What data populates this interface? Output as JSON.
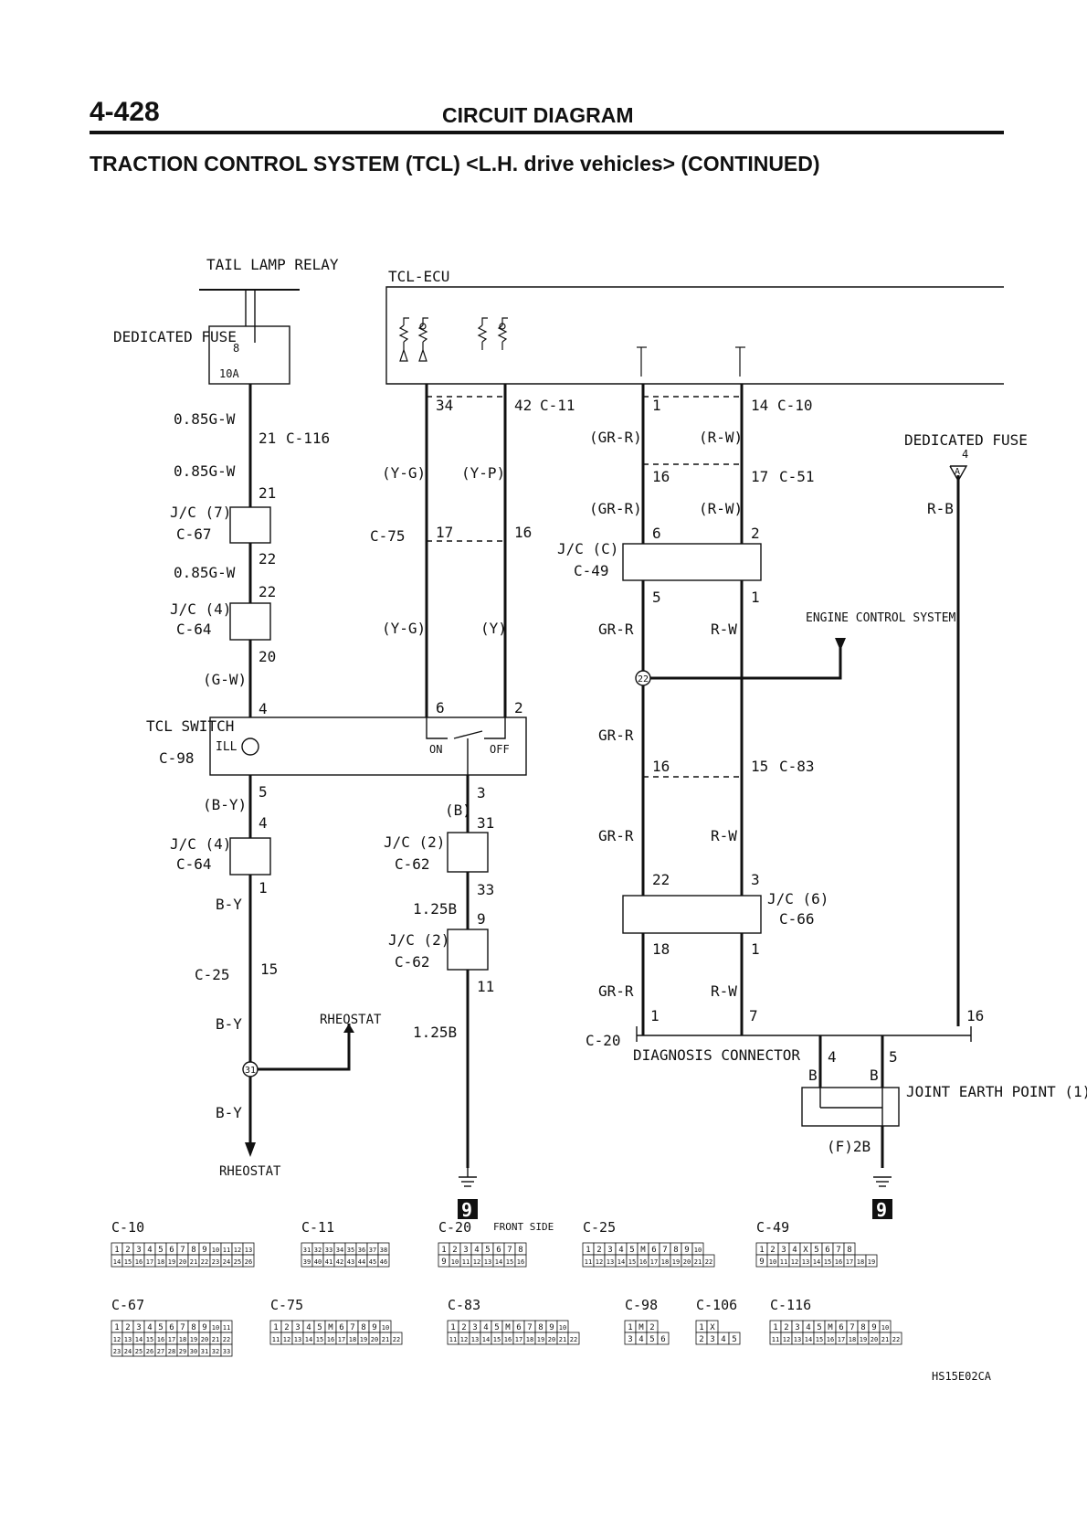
{
  "header": {
    "page_number": "4-428",
    "section_title": "CIRCUIT DIAGRAM",
    "subtitle": "TRACTION CONTROL SYSTEM (TCL) <L.H. drive vehicles> (CONTINUED)"
  },
  "components": {
    "tail_lamp_relay": "TAIL LAMP RELAY",
    "tcl_ecu": "TCL-ECU",
    "dedicated_fuse": "DEDICATED FUSE",
    "fuse_number": "8",
    "fuse_rating": "10A",
    "dedicated_fuse_2": "DEDICATED FUSE",
    "fuse_number_2": "4",
    "fuse_tag": "A",
    "tcl_switch": "TCL SWITCH",
    "tcl_switch_ill": "ILL",
    "switch_on": "ON",
    "switch_off": "OFF",
    "engine_control": "ENGINE CONTROL SYSTEM",
    "rheostat_1": "RHEOSTAT",
    "rheostat_2": "RHEOSTAT",
    "diagnosis_connector": "DIAGNOSIS CONNECTOR",
    "joint_earth": "JOINT EARTH POINT (1)",
    "earth_ref": "(F)2B",
    "ground_symbol": "9",
    "figure_code": "HS15E02CA"
  },
  "wire_labels": {
    "w_085gw_a": "0.85G-W",
    "w_085gw_b": "0.85G-W",
    "w_085gw_c": "0.85G-W",
    "w_gw": "(G-W)",
    "w_by_paren": "(B-Y)",
    "w_by_1": "B-Y",
    "w_by_2": "B-Y",
    "w_by_3": "B-Y",
    "w_yg_1": "(Y-G)",
    "w_yp": "(Y-P)",
    "w_yg_2": "(Y-G)",
    "w_y": "(Y)",
    "w_b_paren": "(B)",
    "w_125b_1": "1.25B",
    "w_125b_2": "1.25B",
    "w_grr_p1": "(GR-R)",
    "w_rw_p1": "(R-W)",
    "w_grr_p2": "(GR-R)",
    "w_rw_p2": "(R-W)",
    "w_grr_1": "GR-R",
    "w_rw_1": "R-W",
    "w_grr_2": "GR-R",
    "w_grr_3": "GR-R",
    "w_rw_3": "R-W",
    "w_grr_4": "GR-R",
    "w_rw_4": "R-W",
    "w_rb": "R-B",
    "w_b_1": "B",
    "w_b_2": "B"
  },
  "pins": {
    "p21a": "21",
    "p21b": "21",
    "p22a": "22",
    "p22b": "22",
    "p20": "20",
    "p4": "4",
    "p5": "5",
    "p4b": "4",
    "p1": "1",
    "p15": "15",
    "p34": "34",
    "p42": "42",
    "p17": "17",
    "p16": "16",
    "p6": "6",
    "p2": "2",
    "p3": "3",
    "p31": "31",
    "p33": "33",
    "p9": "9",
    "p11": "11",
    "pe1": "1",
    "pe14": "14",
    "pe16": "16",
    "pe17": "17",
    "pe6": "6",
    "pe2": "2",
    "pe5": "5",
    "pe1b": "1",
    "pe16b": "16",
    "pe15": "15",
    "pe22": "22",
    "pe3": "3",
    "pe18": "18",
    "pe1c": "1",
    "pd1": "1",
    "pd7": "7",
    "pd16": "16",
    "pd4": "4",
    "pd5": "5"
  },
  "junctions": {
    "jc7": "J/C (7)",
    "jc4a": "J/C (4)",
    "jc4b": "J/C (4)",
    "jc2a": "J/C (2)",
    "jc2b": "J/C (2)",
    "jcc": "J/C (C)",
    "jc6": "J/C (6)",
    "splice_22": "22",
    "splice_31": "31"
  },
  "connector_refs": {
    "c116": "C-116",
    "c67": "C-67",
    "c64a": "C-64",
    "c98": "C-98",
    "c64b": "C-64",
    "c25": "C-25",
    "c11": "C-11",
    "c75": "C-75",
    "c62a": "C-62",
    "c62b": "C-62",
    "c10": "C-10",
    "c51": "C-51",
    "c49": "C-49",
    "c83": "C-83",
    "c66": "C-66",
    "c20": "C-20"
  },
  "connector_views": [
    {
      "id": "C-10",
      "rows": [
        [
          "1",
          "2",
          "3",
          "4",
          "5",
          "6",
          "7",
          "8",
          "9",
          "10",
          "11",
          "12",
          "13"
        ],
        [
          "14",
          "15",
          "16",
          "17",
          "18",
          "19",
          "20",
          "21",
          "22",
          "23",
          "24",
          "25",
          "26"
        ]
      ]
    },
    {
      "id": "C-11",
      "rows": [
        [
          "31",
          "32",
          "33",
          "34",
          "35",
          "36",
          "37",
          "38"
        ],
        [
          "39",
          "40",
          "41",
          "42",
          "43",
          "44",
          "45",
          "46"
        ]
      ]
    },
    {
      "id": "C-20",
      "note": "FRONT SIDE",
      "rows": [
        [
          "1",
          "2",
          "3",
          "4",
          "5",
          "6",
          "7",
          "8"
        ],
        [
          "9",
          "10",
          "11",
          "12",
          "13",
          "14",
          "15",
          "16"
        ]
      ]
    },
    {
      "id": "C-25",
      "rows": [
        [
          "1",
          "2",
          "3",
          "4",
          "5",
          "M",
          "6",
          "7",
          "8",
          "9",
          "10"
        ],
        [
          "11",
          "12",
          "13",
          "14",
          "15",
          "16",
          "17",
          "18",
          "19",
          "20",
          "21",
          "22"
        ]
      ]
    },
    {
      "id": "C-49",
      "rows": [
        [
          "1",
          "2",
          "3",
          "4",
          "X",
          "5",
          "6",
          "7",
          "8"
        ],
        [
          "9",
          "10",
          "11",
          "12",
          "13",
          "14",
          "15",
          "16",
          "17",
          "18",
          "19"
        ]
      ]
    },
    {
      "id": "C-67",
      "rows": [
        [
          "1",
          "2",
          "3",
          "4",
          "5",
          "6",
          "7",
          "8",
          "9",
          "10",
          "11"
        ],
        [
          "12",
          "13",
          "14",
          "15",
          "16",
          "17",
          "18",
          "19",
          "20",
          "21",
          "22"
        ],
        [
          "23",
          "24",
          "25",
          "26",
          "27",
          "28",
          "29",
          "30",
          "31",
          "32",
          "33"
        ]
      ]
    },
    {
      "id": "C-75",
      "rows": [
        [
          "1",
          "2",
          "3",
          "4",
          "5",
          "M",
          "6",
          "7",
          "8",
          "9",
          "10"
        ],
        [
          "11",
          "12",
          "13",
          "14",
          "15",
          "16",
          "17",
          "18",
          "19",
          "20",
          "21",
          "22"
        ]
      ]
    },
    {
      "id": "C-83",
      "rows": [
        [
          "1",
          "2",
          "3",
          "4",
          "5",
          "M",
          "6",
          "7",
          "8",
          "9",
          "10"
        ],
        [
          "11",
          "12",
          "13",
          "14",
          "15",
          "16",
          "17",
          "18",
          "19",
          "20",
          "21",
          "22"
        ]
      ]
    },
    {
      "id": "C-98",
      "rows": [
        [
          "1",
          "M",
          "2"
        ],
        [
          "3",
          "4",
          "5",
          "6"
        ]
      ]
    },
    {
      "id": "C-106",
      "rows": [
        [
          "1",
          "X"
        ],
        [
          "2",
          "3",
          "4",
          "5"
        ]
      ]
    },
    {
      "id": "C-116",
      "rows": [
        [
          "1",
          "2",
          "3",
          "4",
          "5",
          "M",
          "6",
          "7",
          "8",
          "9",
          "10"
        ],
        [
          "11",
          "12",
          "13",
          "14",
          "15",
          "16",
          "17",
          "18",
          "19",
          "20",
          "21",
          "22"
        ]
      ]
    }
  ]
}
